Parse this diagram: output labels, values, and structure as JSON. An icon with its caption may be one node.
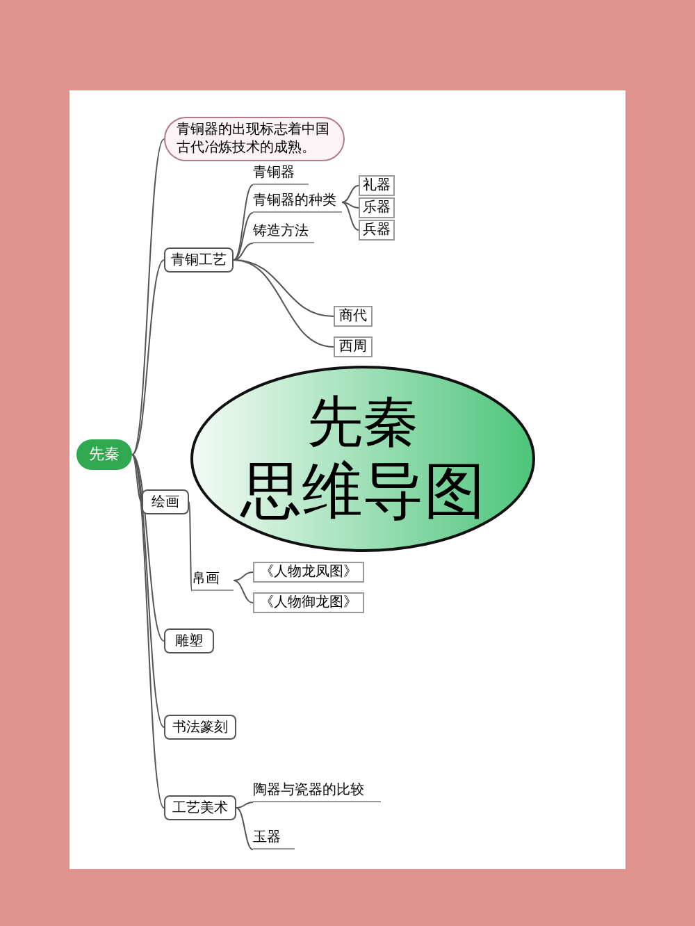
{
  "diagram": {
    "nodes": [
      {
        "text": [
          "先秦"
        ]
      },
      {
        "text": [
          "青铜器的出现标志着中国古代冶炼技术的成熟。"
        ]
      },
      {
        "text": [
          "青铜工艺"
        ]
      },
      {
        "text": [
          "青铜器"
        ]
      },
      {
        "text": [
          "青铜器的种类"
        ]
      },
      {
        "text": [
          "礼器"
        ]
      },
      {
        "text": [
          "乐器"
        ]
      },
      {
        "text": [
          "兵器"
        ]
      },
      {
        "text": [
          "铸造方法"
        ]
      },
      {
        "text": [
          "商代"
        ]
      },
      {
        "text": [
          "西周"
        ]
      },
      {
        "text": [
          "绘画"
        ]
      },
      {
        "text": [
          "帛画"
        ]
      },
      {
        "text": [
          "《人物龙凤图》"
        ]
      },
      {
        "text": [
          "《人物御龙图》"
        ]
      },
      {
        "text": [
          "雕塑"
        ]
      },
      {
        "text": [
          "书法篆刻"
        ]
      },
      {
        "text": [
          "工艺美术"
        ]
      },
      {
        "text": [
          "陶器与瓷器的比较"
        ]
      },
      {
        "text": [
          "玉器"
        ]
      },
      {
        "text": [
          "先秦",
          "思维导图"
        ]
      }
    ],
    "edges": [
      {
        "from": 0,
        "to": 1,
        "arrow": "none"
      },
      {
        "from": 0,
        "to": 2,
        "arrow": "none"
      },
      {
        "from": 0,
        "to": 11,
        "arrow": "none"
      },
      {
        "from": 0,
        "to": 15,
        "arrow": "none"
      },
      {
        "from": 0,
        "to": 16,
        "arrow": "none"
      },
      {
        "from": 0,
        "to": 17,
        "arrow": "none"
      },
      {
        "from": 2,
        "to": 3,
        "arrow": "none"
      },
      {
        "from": 2,
        "to": 4,
        "arrow": "none"
      },
      {
        "from": 4,
        "to": 5,
        "arrow": "none"
      },
      {
        "from": 4,
        "to": 6,
        "arrow": "none"
      },
      {
        "from": 4,
        "to": 7,
        "arrow": "none"
      },
      {
        "from": 2,
        "to": 8,
        "arrow": "none"
      },
      {
        "from": 2,
        "to": 9,
        "arrow": "none"
      },
      {
        "from": 2,
        "to": 10,
        "arrow": "none"
      },
      {
        "from": 11,
        "to": 12,
        "arrow": "none"
      },
      {
        "from": 12,
        "to": 13,
        "arrow": "none"
      },
      {
        "from": 12,
        "to": 14,
        "arrow": "none"
      },
      {
        "from": 17,
        "to": 18,
        "arrow": "none"
      },
      {
        "from": 17,
        "to": 19,
        "arrow": "none"
      }
    ]
  }
}
